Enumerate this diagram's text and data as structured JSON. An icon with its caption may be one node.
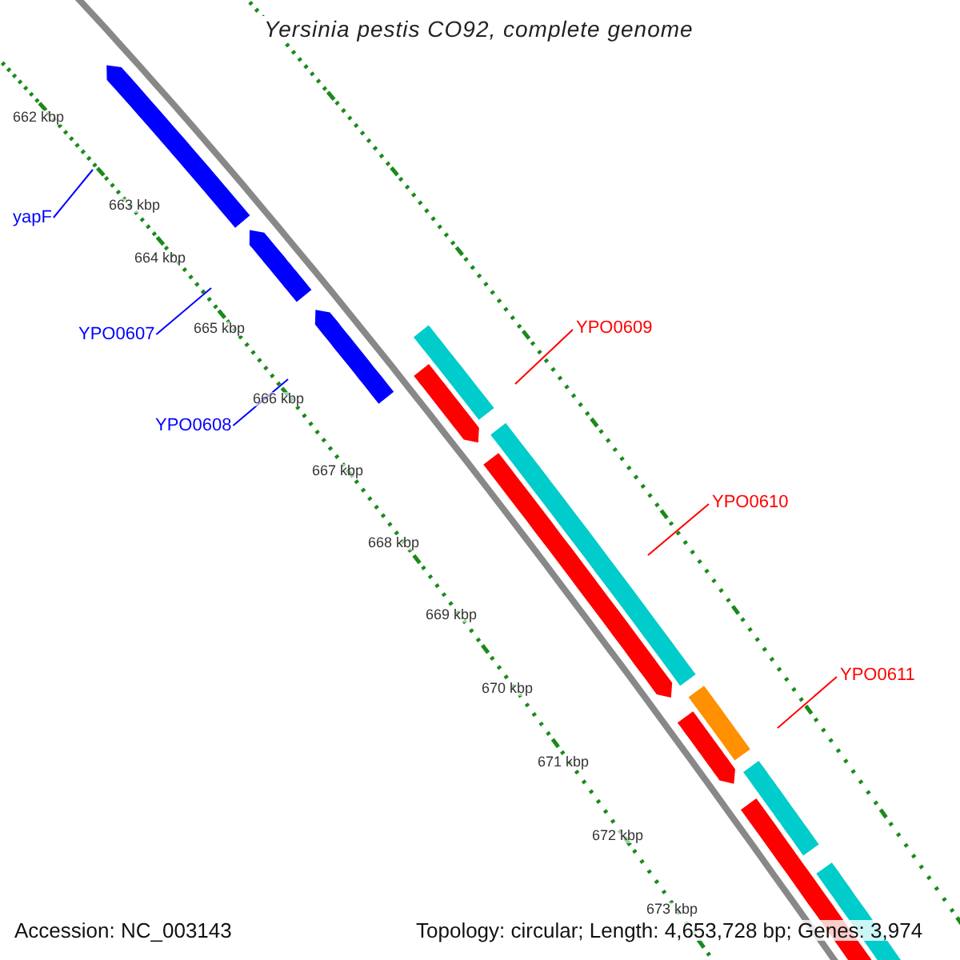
{
  "diagram": {
    "title": "Yersinia pestis CO92, complete genome",
    "nodes": [
      {
        "text": [
          "yapF"
        ]
      },
      {
        "text": [
          "YPO0607"
        ]
      },
      {
        "text": [
          "YPO0608"
        ]
      },
      {
        "text": [
          "YPO0609"
        ]
      },
      {
        "text": [
          "YPO0610"
        ]
      },
      {
        "text": [
          "YPO0611"
        ]
      }
    ],
    "edges": [
      {
        "from": 0,
        "to": null,
        "arrow": "none",
        "color": "#0000ff"
      },
      {
        "from": 1,
        "to": null,
        "arrow": "none",
        "color": "#0000ff"
      },
      {
        "from": 2,
        "to": null,
        "arrow": "none",
        "color": "#0000ff"
      },
      {
        "from": 3,
        "to": null,
        "arrow": "none",
        "color": "#ff0000"
      },
      {
        "from": 4,
        "to": null,
        "arrow": "none",
        "color": "#ff0000"
      },
      {
        "from": 5,
        "to": null,
        "arrow": "none",
        "color": "#ff0000"
      }
    ],
    "labels": [
      "662 kbp",
      "663 kbp",
      "664 kbp",
      "665 kbp",
      "666 kbp",
      "667 kbp",
      "668 kbp",
      "669 kbp",
      "670 kbp",
      "671 kbp",
      "672 kbp",
      "673 kbp",
      "Accession: NC_003143",
      "Topology: circular; Length: 4,653,728 bp; Genes: 3,974"
    ]
  }
}
